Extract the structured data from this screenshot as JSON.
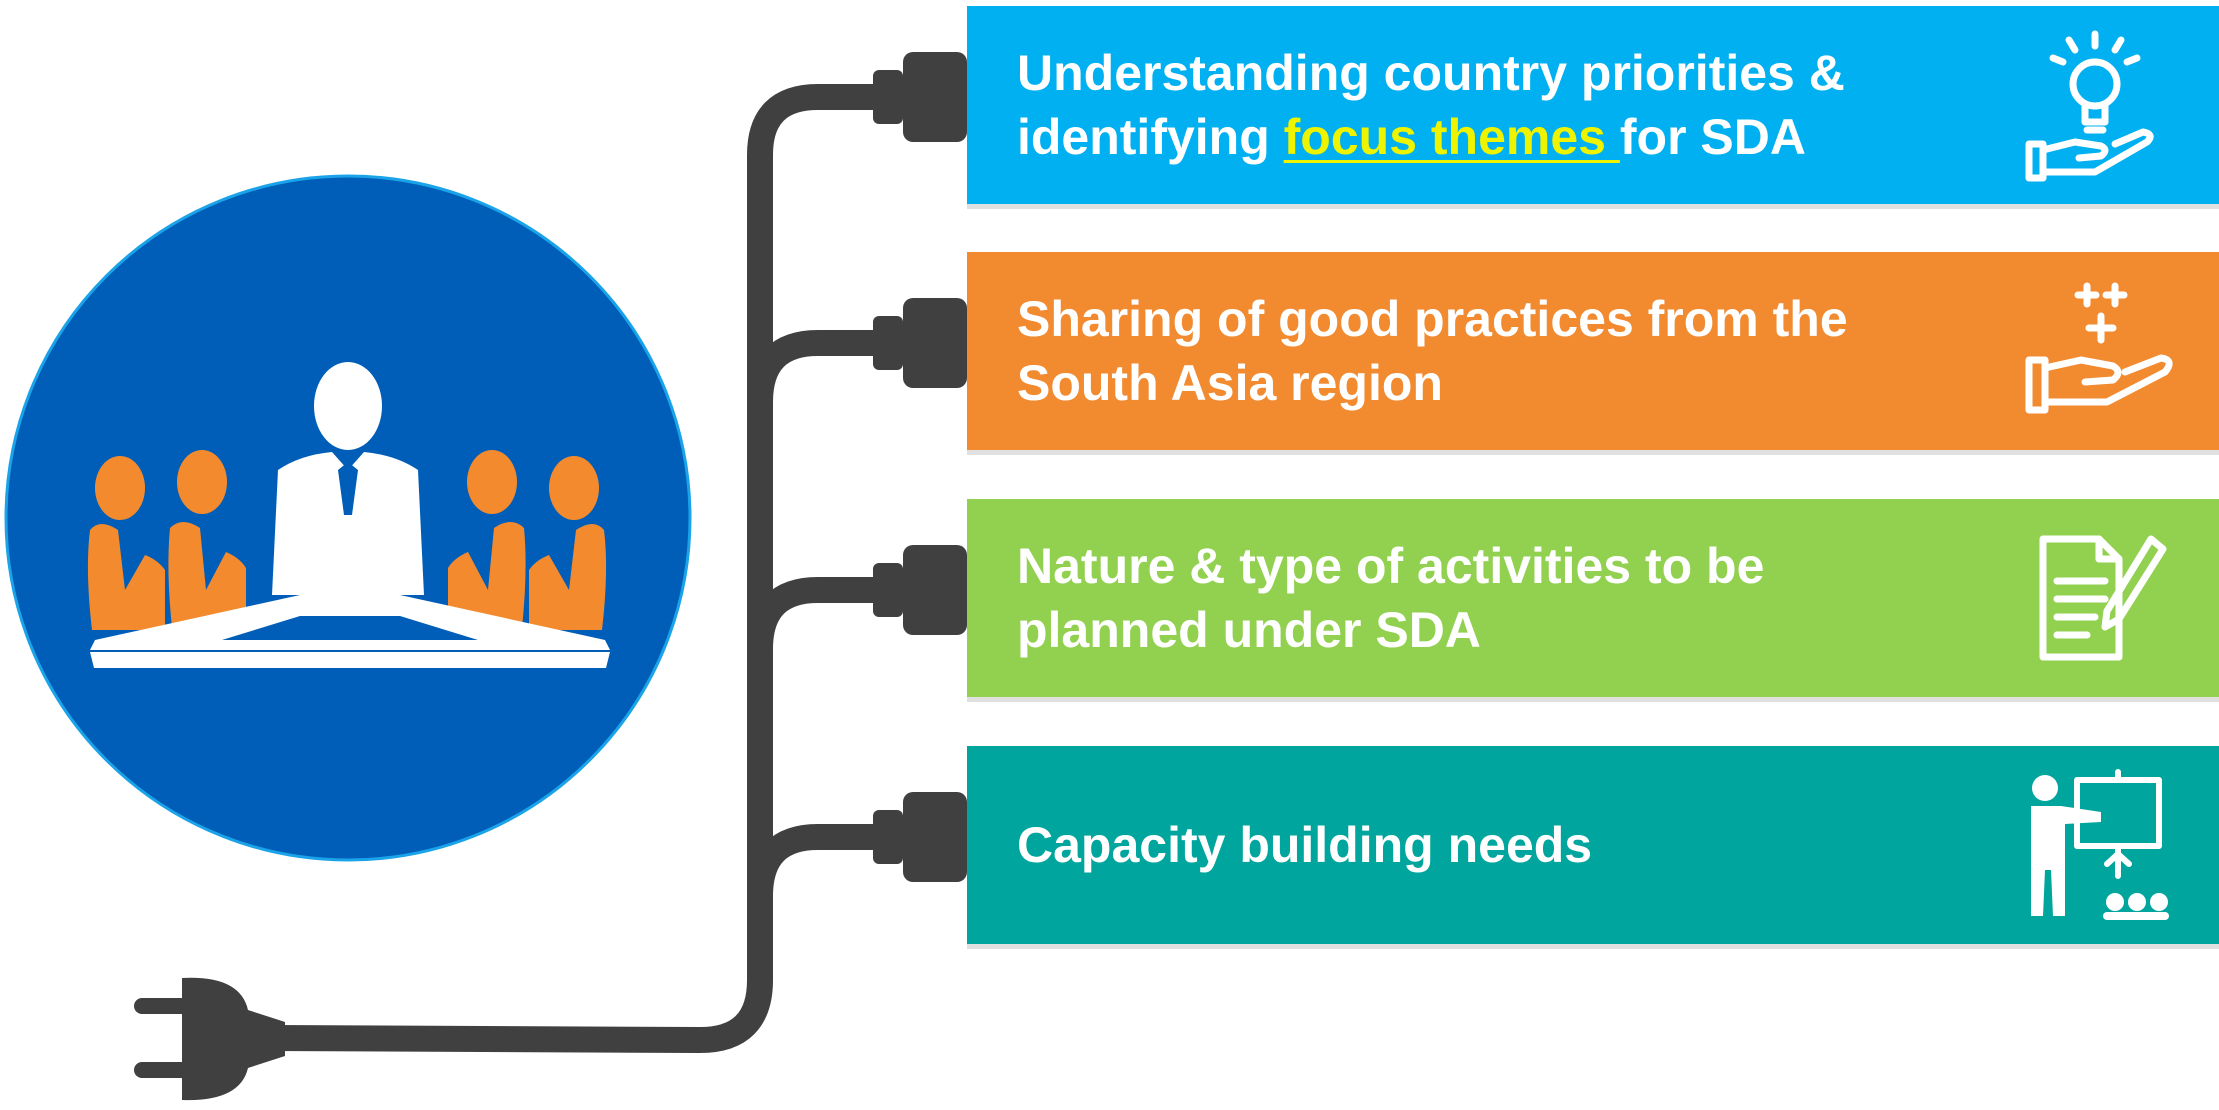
{
  "colors": {
    "circle": "#005eb8",
    "circle_border": "#1aa3e8",
    "cable": "#404040",
    "people_orange": "#f38a2e",
    "highlight": "#eef400"
  },
  "meeting_icon": "meeting-people-icon",
  "plug_icon": "power-plug-icon",
  "panels": [
    {
      "color": "#00b0f0",
      "line1_prefix": "Understanding country priorities &",
      "line2_prefix": "identifying ",
      "line2_highlight": "focus themes ",
      "line2_suffix": "for SDA",
      "icon": "lightbulb-hand-icon"
    },
    {
      "color": "#f28a30",
      "line1": "Sharing of good practices from the",
      "line2": "South Asia region",
      "icon": "hand-plus-icon"
    },
    {
      "color": "#92d050",
      "line1": "Nature & type of activities to be",
      "line2": "planned under SDA",
      "icon": "document-pen-icon"
    },
    {
      "color": "#00a59e",
      "line1": "Capacity building needs",
      "icon": "trainer-presentation-icon"
    }
  ]
}
